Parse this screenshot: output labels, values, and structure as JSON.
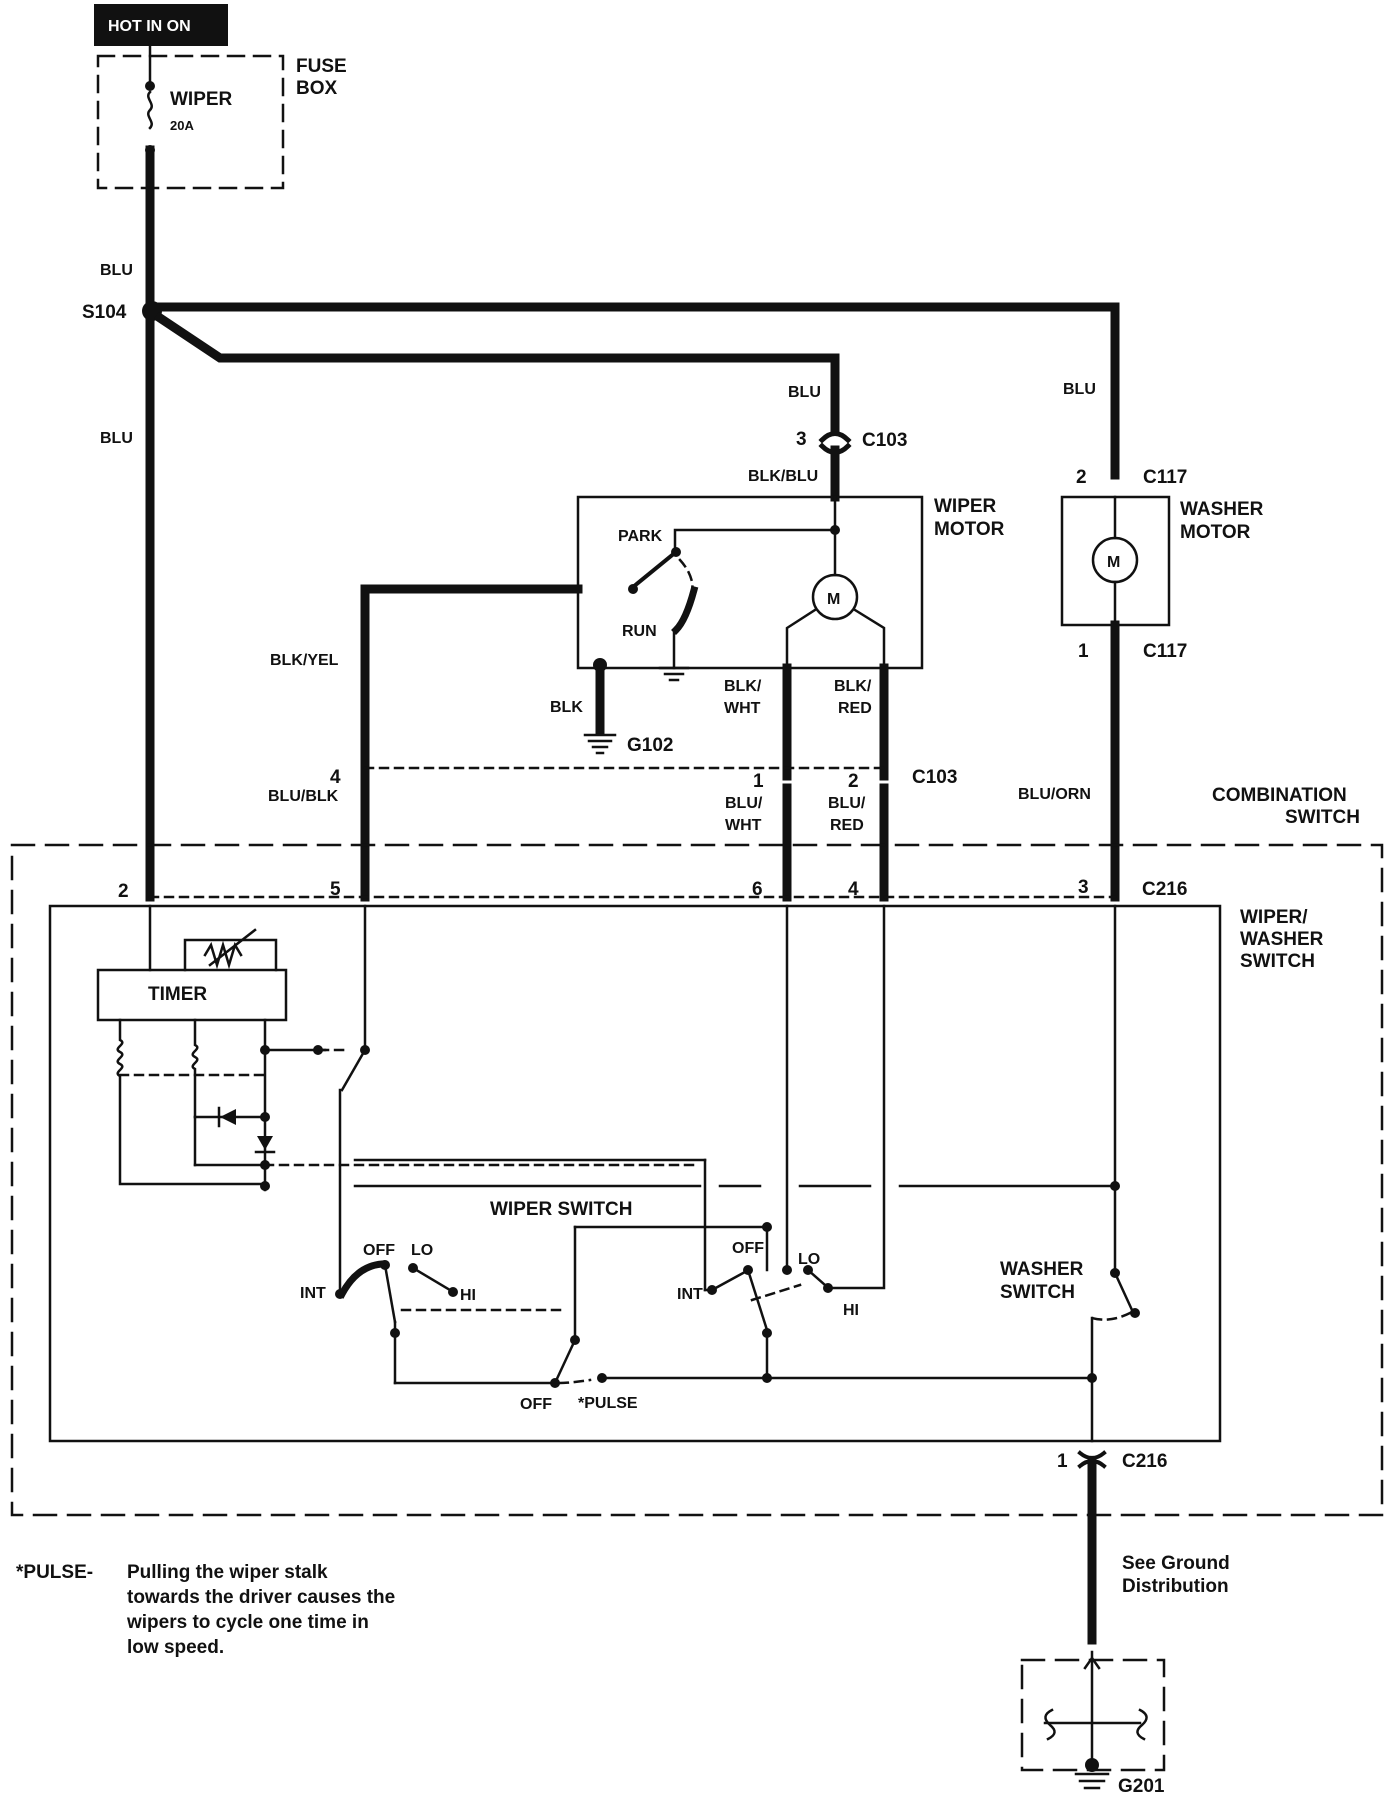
{
  "header": {
    "hot_in_on": "HOT IN ON"
  },
  "fuse_box": {
    "label": "FUSE BOX",
    "fuse_name": "WIPER",
    "fuse_rating": "20A"
  },
  "splice": {
    "name": "S104"
  },
  "wire_colors": {
    "blu": "BLU",
    "blk_blu": "BLK/BLU",
    "blk_yel": "BLK/YEL",
    "blk": "BLK",
    "blk_wht": "BLK/ WHT",
    "blk_red": "BLK/ RED",
    "blu_blk": "BLU/BLK",
    "blu_wht": "BLU/ WHT",
    "blu_red": "BLU/ RED",
    "blu_orn": "BLU/ORN"
  },
  "connectors": {
    "c103": "C103",
    "c117": "C117",
    "c216": "C216"
  },
  "pins": {
    "c103_top": "3",
    "c103_a": "4",
    "c103_b": "1",
    "c103_c": "2",
    "c117_top": "2",
    "c117_bot": "1",
    "c216_2": "2",
    "c216_5": "5",
    "c216_6": "6",
    "c216_4": "4",
    "c216_3": "3",
    "c216_1": "1"
  },
  "components": {
    "wiper_motor": "WIPER MOTOR",
    "washer_motor": "WASHER MOTOR",
    "motor_symbol": "M",
    "park": "PARK",
    "run": "RUN",
    "combination_switch": "COMBINATION SWITCH",
    "wiper_washer_switch": "WIPER/ WASHER SWITCH",
    "timer": "TIMER",
    "wiper_switch": "WIPER SWITCH",
    "washer_switch": "WASHER SWITCH"
  },
  "switch_positions": {
    "off": "OFF",
    "lo": "LO",
    "hi": "HI",
    "int": "INT",
    "pulse": "*PULSE"
  },
  "grounds": {
    "g102": "G102",
    "g201": "G201",
    "see_ground": "See Ground Distribution"
  },
  "note": {
    "key": "*PULSE-",
    "lines": [
      "Pulling the wiper stalk",
      "towards the driver causes the",
      "wipers to cycle one time in",
      "low speed."
    ]
  }
}
